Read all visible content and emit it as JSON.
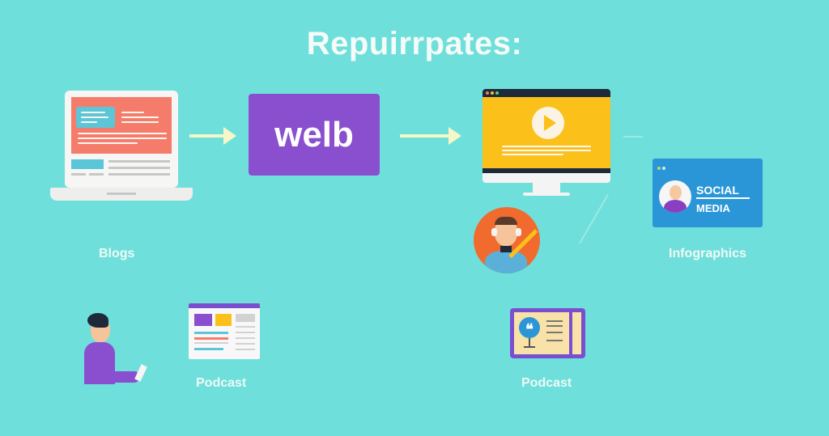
{
  "title": "Repuirrpates:",
  "welb_card": {
    "text": "welb"
  },
  "social_card": {
    "line1": "SOCIAL",
    "line2": "MEDIA"
  },
  "labels": {
    "blogs": "Blogs",
    "infographics": "Infographics",
    "podcast_left": "Podcast",
    "podcast_right": "Podcast"
  },
  "colors": {
    "background": "#6fdfdb",
    "laptop_screen": "#f57c6a",
    "welb": "#8a4fcf",
    "video": "#fbc11a",
    "social": "#2a96d8",
    "avatar": "#f26b2e"
  }
}
